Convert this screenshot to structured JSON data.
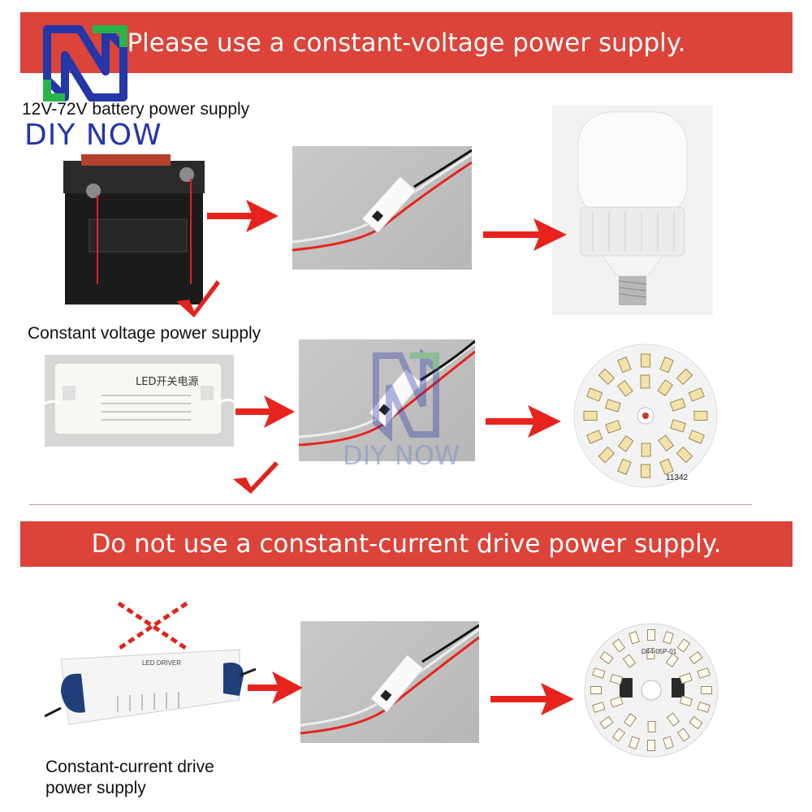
{
  "brand": {
    "name": "DIY NOW",
    "watermark": "DIY NOW"
  },
  "banners": {
    "top": "Please use a constant-voltage power supply.",
    "bottom": "Do not use a constant-current drive power supply."
  },
  "labels": {
    "battery": "12V-72V battery power supply",
    "constant_voltage": "Constant voltage power supply",
    "constant_current": "Constant-current drive\npower supply"
  },
  "product_text": {
    "driver_cn": "LED开关电源",
    "led_board_code_1": "11342",
    "led_board_code_2": "D44-05P-01",
    "led_driver": "LED DRIVER"
  },
  "icons": [
    "check-icon",
    "check-icon",
    "cross-icon",
    "right-arrow-icon"
  ],
  "colors": {
    "banner": "#dc4339",
    "arrow": "#e8231d",
    "check": "#e0241d",
    "logo_blue": "#2436a8",
    "logo_green": "#29b54a"
  }
}
